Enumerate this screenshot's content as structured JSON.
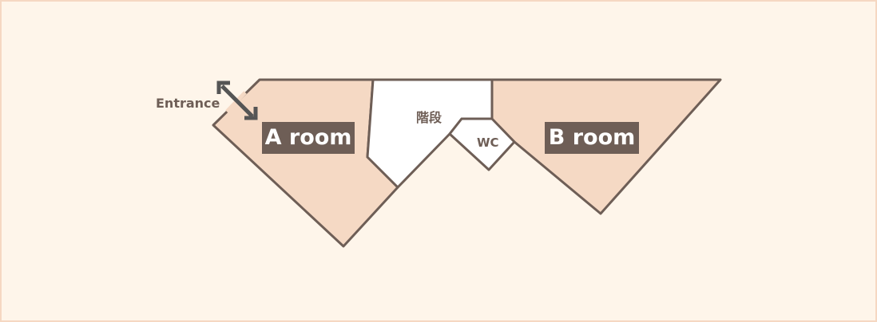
{
  "labels": {
    "entrance": "Entrance",
    "room_a": "A room",
    "room_b": "B room",
    "stairs": "階段",
    "wc": "WC"
  },
  "colors": {
    "background": "#fef5ea",
    "frame": "#f5d8c2",
    "room_fill": "#f5d9c4",
    "wall": "#6e5e56",
    "arrow": "#555555",
    "tag": "#6e5e56"
  }
}
